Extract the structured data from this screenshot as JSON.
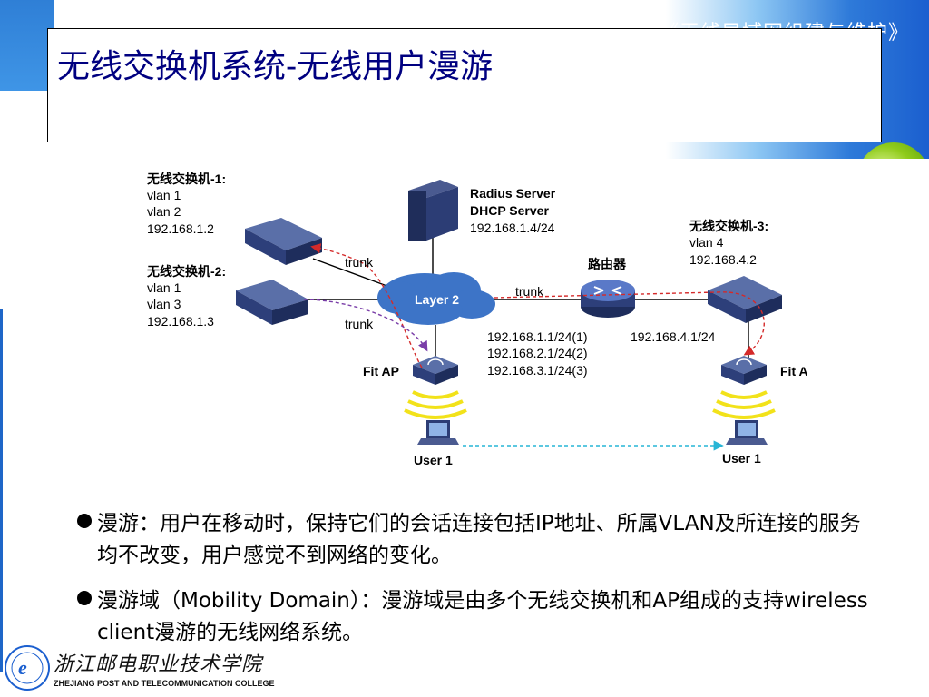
{
  "course_title": "《无线局域网组建与维护》",
  "slide_title": "无线交换机系统-无线用户漫游",
  "diagram": {
    "switch1": {
      "title": "无线交换机-1:",
      "lines": [
        "vlan 1",
        "vlan 2",
        "192.168.1.2"
      ]
    },
    "switch2": {
      "title": "无线交换机-2:",
      "lines": [
        "vlan 1",
        "vlan 3",
        "192.168.1.3"
      ]
    },
    "switch3": {
      "title": "无线交换机-3:",
      "lines": [
        "vlan 4",
        "192.168.4.2"
      ]
    },
    "server": {
      "lines": [
        "Radius Server",
        "DHCP Server",
        "192.168.1.4/24"
      ]
    },
    "router_label": "路由器",
    "cloud_label": "Layer 2",
    "trunk1": "trunk",
    "trunk2": "trunk",
    "trunk3": "trunk",
    "router_ips": [
      "192.168.1.1/24(1)",
      "192.168.2.1/24(2)",
      "192.168.3.1/24(3)"
    ],
    "router_ip_right": "192.168.4.1/24",
    "fit_ap_left": "Fit AP",
    "fit_ap_right": "Fit AP",
    "user_left": "User 1",
    "user_right": "User 1"
  },
  "bullets": [
    {
      "text": "漫游：用户在移动时，保持它们的会话连接包括IP地址、所属VLAN及所连接的服务均不改变，用户感觉不到网络的变化。"
    },
    {
      "text": "漫游域（Mobility Domain）：漫游域是由多个无线交换机和AP组成的支持wireless client漫游的无线网络系统。"
    }
  ],
  "footer": {
    "college_cn": "浙江邮电职业技术学院",
    "college_en": "ZHEJIANG POST AND TELECOMMUNICATION COLLEGE"
  },
  "colors": {
    "title": "#000080",
    "blue": "#1b5fcf",
    "green": "#8fcb1a",
    "link_red": "#d42a2a",
    "link_purple": "#7a3ea8",
    "link_cyan": "#27b5d6"
  }
}
